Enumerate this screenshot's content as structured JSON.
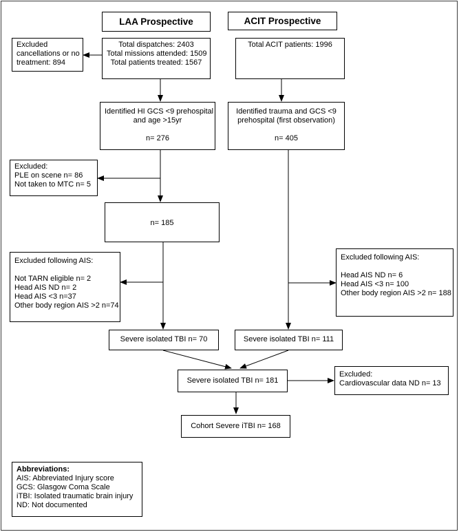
{
  "titles": {
    "laa": "LAA Prospective",
    "acit": "ACIT Prospective"
  },
  "boxes": {
    "excluded_cancel": [
      "Excluded",
      "cancellations or no",
      "treatment: 894"
    ],
    "dispatches": [
      "Total dispatches: 2403",
      "Total missions attended: 1509",
      "Total patients treated: 1567"
    ],
    "acit_total": [
      "Total ACIT patients: 1996"
    ],
    "identified_hi": [
      "Identified HI GCS <9 prehospital",
      "and age >15yr",
      "",
      "n= 276"
    ],
    "identified_trauma": [
      "Identified trauma and GCS <9",
      "prehospital (first observation)",
      "",
      "n= 405"
    ],
    "excluded_ple": [
      "Excluded:",
      "PLE on scene n= 86",
      "Not taken to MTC n= 5"
    ],
    "n185": [
      "n= 185"
    ],
    "excluded_ais_left": [
      "Excluded following AIS:",
      "",
      "Not TARN eligible n= 2",
      "Head AIS ND n= 2",
      "Head AIS <3 n=37",
      "Other body region AIS >2 n=74"
    ],
    "excluded_ais_right": [
      "Excluded following AIS:",
      "",
      "Head AIS ND n= 6",
      "Head AIS <3 n= 100",
      "Other body region AIS >2 n= 188"
    ],
    "severe_70": [
      "Severe isolated TBI n= 70"
    ],
    "severe_111": [
      "Severe isolated TBI n= 111"
    ],
    "severe_181": [
      "Severe isolated TBI n= 181"
    ],
    "excluded_cardio": [
      "Excluded:",
      "Cardiovascular data ND n= 13"
    ],
    "cohort": [
      "Cohort Severe iTBI n= 168"
    ],
    "abbreviations": [
      "Abbreviations:",
      "AIS: Abbreviated Injury score",
      "GCS: Glasgow Coma Scale",
      "iTBI: Isolated traumatic brain injury",
      "ND: Not documented"
    ]
  },
  "colors": {
    "border": "#000000",
    "frame": "#3a3a3a",
    "background": "#ffffff"
  }
}
